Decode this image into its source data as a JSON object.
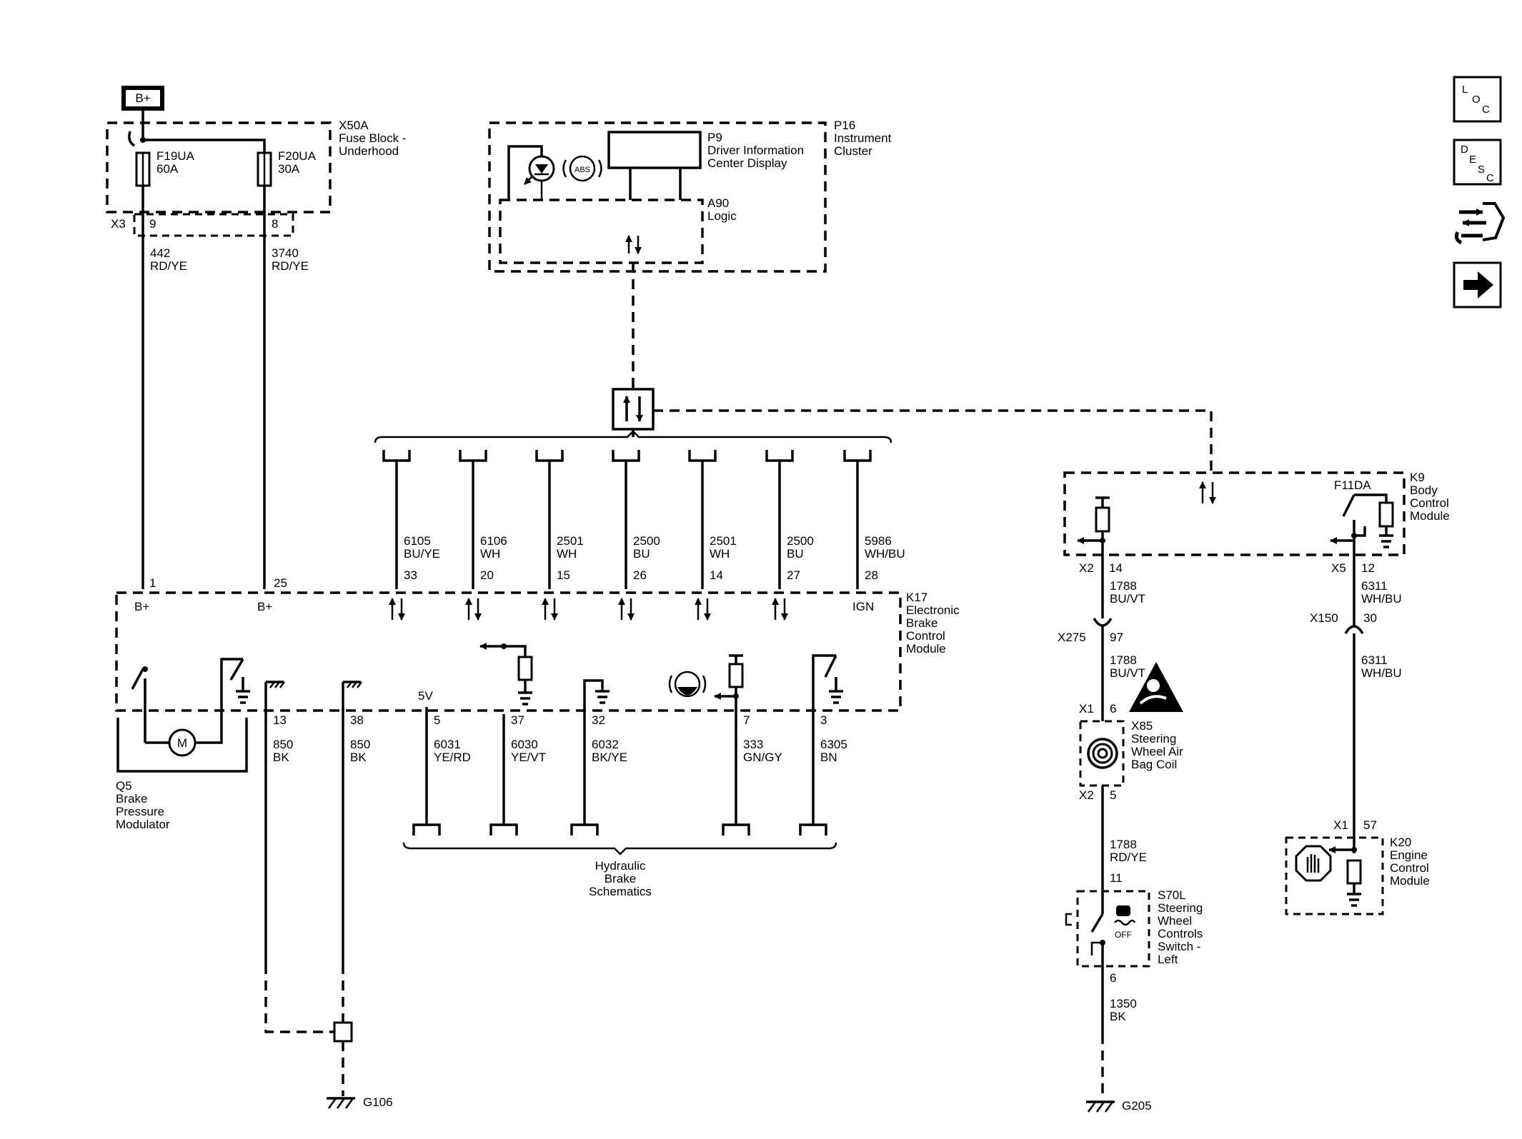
{
  "supply": {
    "bplus": "B+",
    "x50a_id": "X50A",
    "x50a_name": [
      "Fuse Block -",
      "Underhood"
    ],
    "f19ua": [
      "F19UA",
      "60A"
    ],
    "f20ua": [
      "F20UA",
      "30A"
    ],
    "x3": "X3",
    "x3_pin9": "9",
    "x3_pin8": "8",
    "wire442": [
      "442",
      "RD/YE"
    ],
    "wire3740": [
      "3740",
      "RD/YE"
    ]
  },
  "cluster": {
    "p16_id": "P16",
    "p16_name": [
      "Instrument",
      "Cluster"
    ],
    "p9_id": "P9",
    "p9_name": [
      "Driver Information",
      "Center Display"
    ],
    "a90_id": "A90",
    "a90_name": "Logic",
    "abs_label": "ABS"
  },
  "ebcm": {
    "k17_id": "K17",
    "k17_name": [
      "Electronic",
      "Brake",
      "Control",
      "Module"
    ],
    "pin1": "1",
    "pin25": "25",
    "bplus_pin": "B+",
    "ign": "IGN",
    "serial": [
      {
        "num": "6105",
        "color": "BU/YE",
        "pin": "33"
      },
      {
        "num": "6106",
        "color": "WH",
        "pin": "20"
      },
      {
        "num": "2501",
        "color": "WH",
        "pin": "15"
      },
      {
        "num": "2500",
        "color": "BU",
        "pin": "26"
      },
      {
        "num": "2501",
        "color": "WH",
        "pin": "14"
      },
      {
        "num": "2500",
        "color": "BU",
        "pin": "27"
      },
      {
        "num": "5986",
        "color": "WH/BU",
        "pin": "28"
      }
    ],
    "lower": [
      {
        "pin": "13",
        "num": "850",
        "color": "BK"
      },
      {
        "pin": "38",
        "num": "850",
        "color": "BK"
      },
      {
        "pin": "5",
        "num": "6031",
        "color": "YE/RD"
      },
      {
        "pin": "37",
        "num": "6030",
        "color": "YE/VT"
      },
      {
        "pin": "32",
        "num": "6032",
        "color": "BK/YE"
      },
      {
        "pin": "7",
        "num": "333",
        "color": "GN/GY"
      },
      {
        "pin": "3",
        "num": "6305",
        "color": "BN"
      }
    ],
    "v5": "5V",
    "motor": "M",
    "q5_id": "Q5",
    "q5_name": [
      "Brake",
      "Pressure",
      "Modulator"
    ],
    "hydraulic": [
      "Hydraulic",
      "Brake",
      "Schematics"
    ]
  },
  "grounds": {
    "g106": "G106",
    "g205": "G205"
  },
  "bcm": {
    "k9_id": "K9",
    "k9_name": [
      "Body",
      "Control",
      "Module"
    ],
    "f11da": "F11DA",
    "x2": "X2",
    "x2_pin": "14",
    "x5": "X5",
    "x5_pin": "12",
    "w1788a": [
      "1788",
      "BU/VT"
    ],
    "x275": "X275",
    "x275_pin": "97",
    "w1788b": [
      "1788",
      "BU/VT"
    ],
    "x1": "X1",
    "x1_pin": "6",
    "x85_id": "X85",
    "x85_name": [
      "Steering",
      "Wheel Air",
      "Bag Coil"
    ],
    "x2b": "X2",
    "x2b_pin": "5",
    "w1788c": [
      "1788",
      "RD/YE"
    ],
    "s70_pin11": "11",
    "s70_id": "S70L",
    "s70_name": [
      "Steering",
      "Wheel",
      "Controls",
      "Switch -",
      "Left"
    ],
    "off": "OFF",
    "s70_pin6": "6",
    "w1350": [
      "1350",
      "BK"
    ],
    "w6311a": [
      "6311",
      "WH/BU"
    ],
    "x150": "X150",
    "x150_pin": "30",
    "w6311b": [
      "6311",
      "WH/BU"
    ],
    "x1b": "X1",
    "x1b_pin": "57",
    "k20_id": "K20",
    "k20_name": [
      "Engine",
      "Control",
      "Module"
    ]
  },
  "nav": {
    "loc": [
      "L",
      "O",
      "C"
    ],
    "desc": [
      "D",
      "E",
      "S",
      "C"
    ]
  }
}
